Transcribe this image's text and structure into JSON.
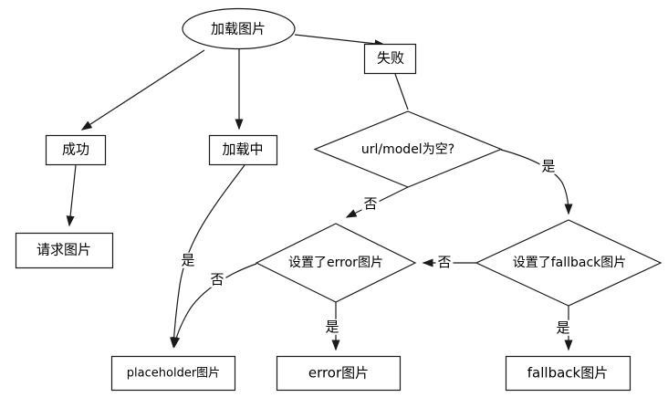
{
  "diagram": {
    "title": "image-loading-flowchart",
    "colors": {
      "background": "#ffffff",
      "line": "#1a1a1a",
      "text": "#000000",
      "node_fill": "#ffffff"
    },
    "nodes": {
      "start": {
        "label": "加载图片",
        "type": "ellipse"
      },
      "fail": {
        "label": "失败",
        "type": "rect"
      },
      "success": {
        "label": "成功",
        "type": "rect"
      },
      "loading": {
        "label": "加载中",
        "type": "rect"
      },
      "url_empty": {
        "label": "url/model为空?",
        "type": "diamond"
      },
      "request_image": {
        "label": "请求图片",
        "type": "rect"
      },
      "error_set": {
        "label": "设置了error图片",
        "type": "diamond"
      },
      "fallback_set": {
        "label": "设置了fallback图片",
        "type": "diamond"
      },
      "placeholder_image": {
        "label": "placeholder图片",
        "type": "rect"
      },
      "error_image": {
        "label": "error图片",
        "type": "rect"
      },
      "fallback_image": {
        "label": "fallback图片",
        "type": "rect"
      }
    },
    "edge_labels": {
      "loading_to_placeholder_yes": "是",
      "error_set_to_placeholder_no": "否",
      "url_empty_to_error_set_no": "否",
      "url_empty_to_fallback_set_yes": "是",
      "fallback_set_to_error_set_no": "否",
      "error_set_to_error_image_yes": "是",
      "fallback_set_to_fallback_image_yes": "是"
    }
  }
}
